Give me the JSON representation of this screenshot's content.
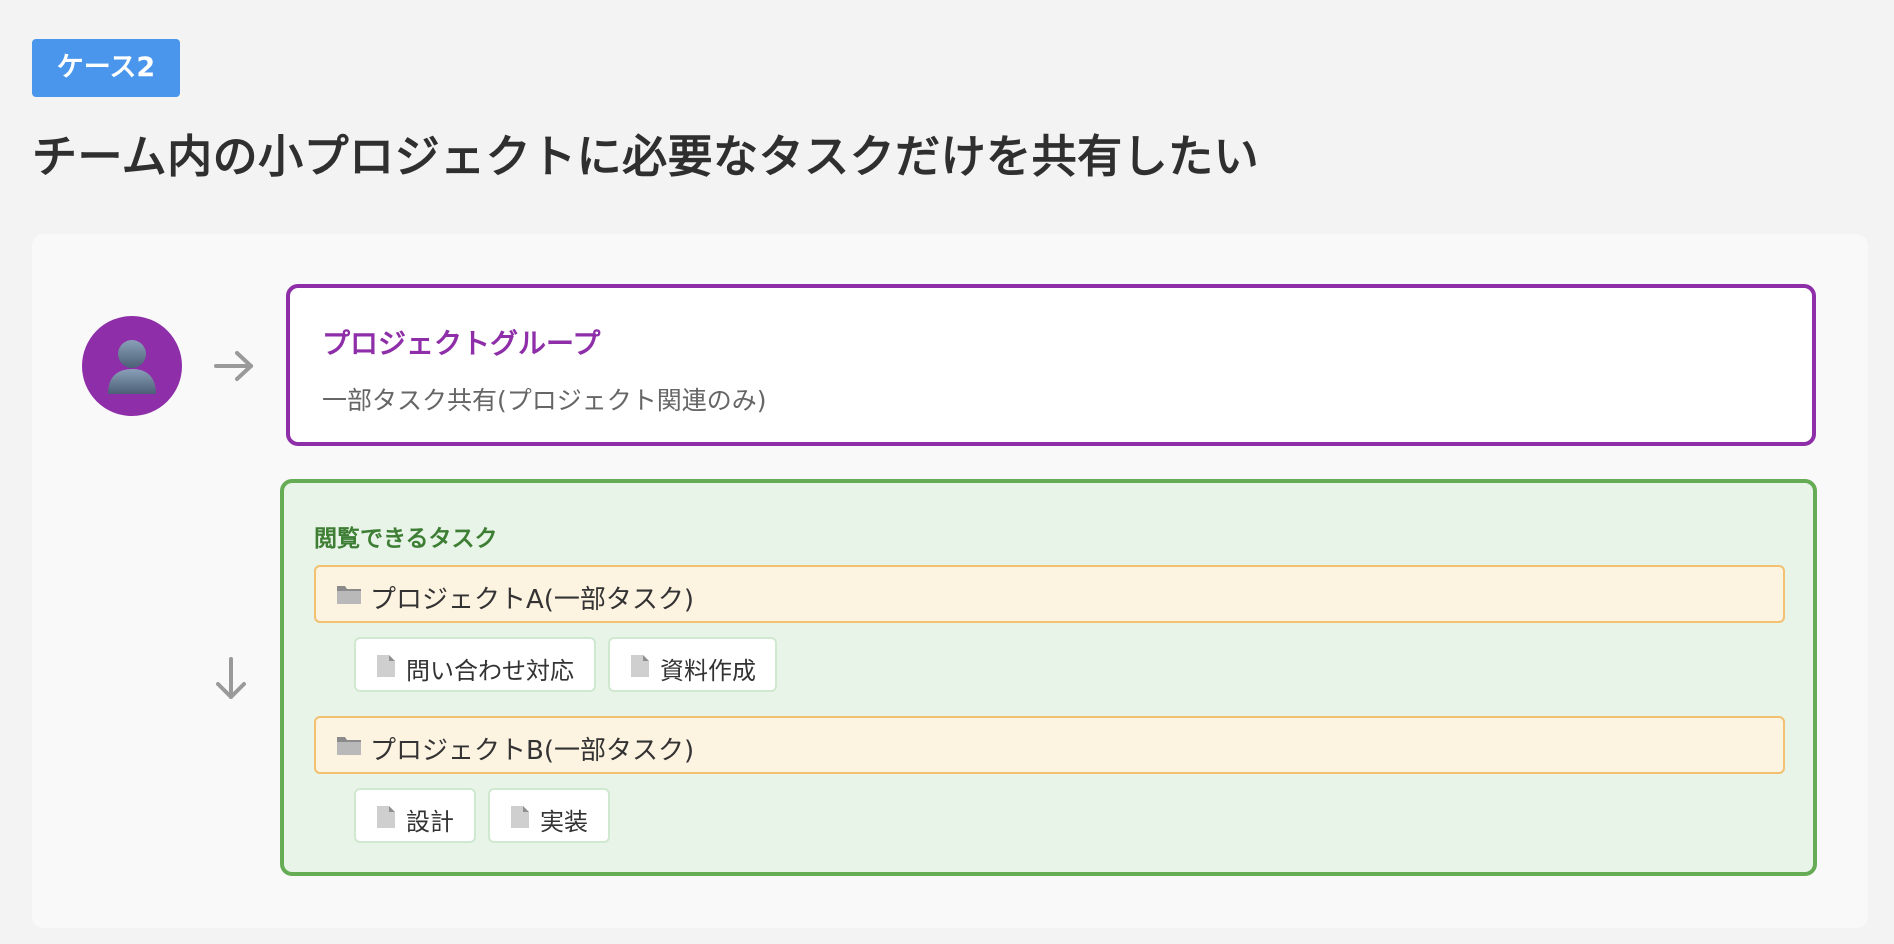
{
  "header": {
    "case_badge": "ケース2",
    "title": "チーム内の小プロジェクトに必要なタスクだけを共有したい"
  },
  "diagram": {
    "user": {
      "icon": "user-silhouette-icon"
    },
    "group": {
      "title": "プロジェクトグループ",
      "description": "一部タスク共有(プロジェクト関連のみ)"
    },
    "tasks": {
      "title": "閲覧できるタスク",
      "projects": [
        {
          "name": "プロジェクトA(一部タスク)",
          "icon": "folder-icon",
          "tasks": [
            "問い合わせ対応",
            "資料作成"
          ]
        },
        {
          "name": "プロジェクトB(一部タスク)",
          "icon": "folder-icon",
          "tasks": [
            "設計",
            "実装"
          ]
        }
      ]
    }
  },
  "colors": {
    "badge": "#4a96ec",
    "group_accent": "#8e2ea8",
    "tasks_border": "#65ac55",
    "tasks_background": "#e8f4e8",
    "project_border": "#f1c071",
    "project_background": "#fdf3e1"
  }
}
